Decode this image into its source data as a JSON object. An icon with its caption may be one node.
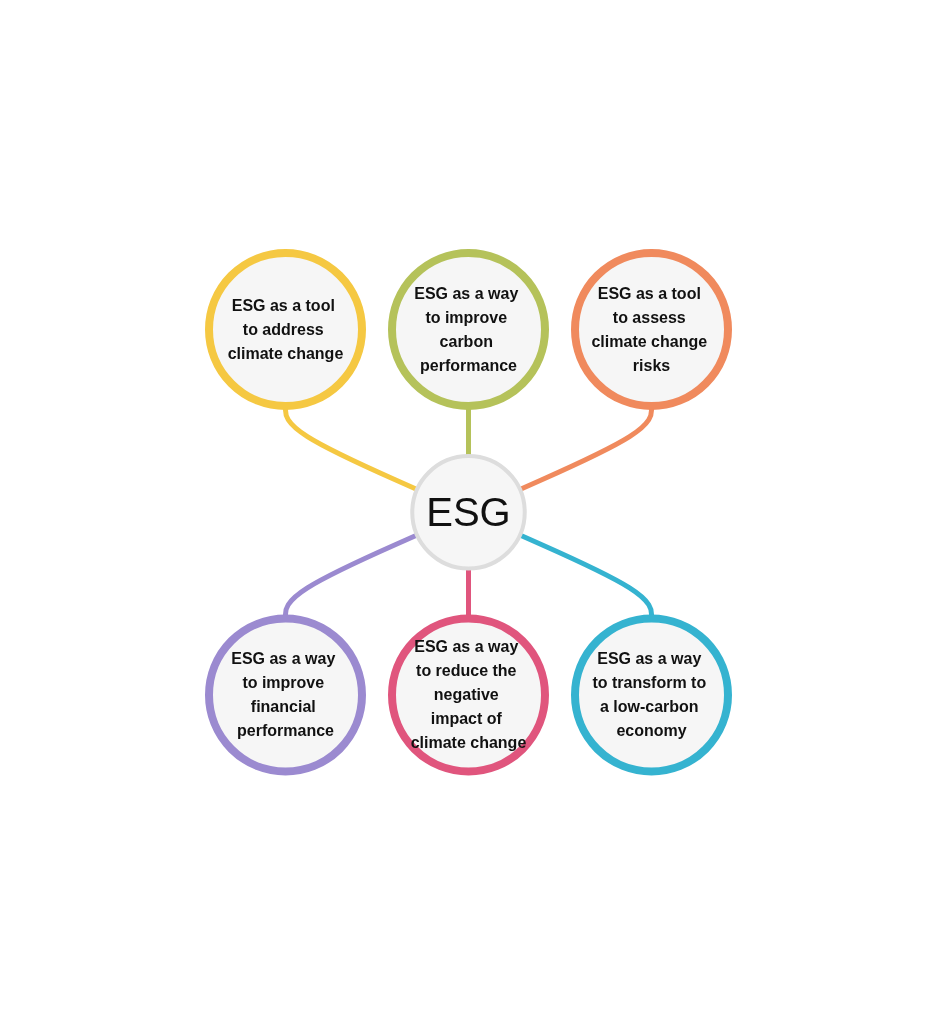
{
  "diagram": {
    "nodes": [
      {
        "text": [
          "ESG as a tool to address climate change"
        ]
      },
      {
        "text": [
          "ESG as a way to improve carbon performance"
        ]
      },
      {
        "text": [
          "ESG as a tool to assess climate change risks"
        ]
      },
      {
        "text": [
          "ESG"
        ]
      },
      {
        "text": [
          "ESG as a way to improve financial performance"
        ]
      },
      {
        "text": [
          "ESG as a way to reduce the negative impact of climate change"
        ]
      },
      {
        "text": [
          "ESG as a way to transform to a low-carbon economy"
        ]
      }
    ],
    "edges": [
      {
        "from": 0,
        "to": 3,
        "arrow": "none",
        "color": "#f5c842"
      },
      {
        "from": 1,
        "to": 3,
        "arrow": "none",
        "color": "#b5c25a"
      },
      {
        "from": 2,
        "to": 3,
        "arrow": "none",
        "color": "#f08a5d"
      },
      {
        "from": 3,
        "to": 4,
        "arrow": "none",
        "color": "#9b8ad0"
      },
      {
        "from": 3,
        "to": 5,
        "arrow": "none",
        "color": "#e0557d"
      },
      {
        "from": 3,
        "to": 6,
        "arrow": "none",
        "color": "#35b3d0"
      }
    ]
  }
}
